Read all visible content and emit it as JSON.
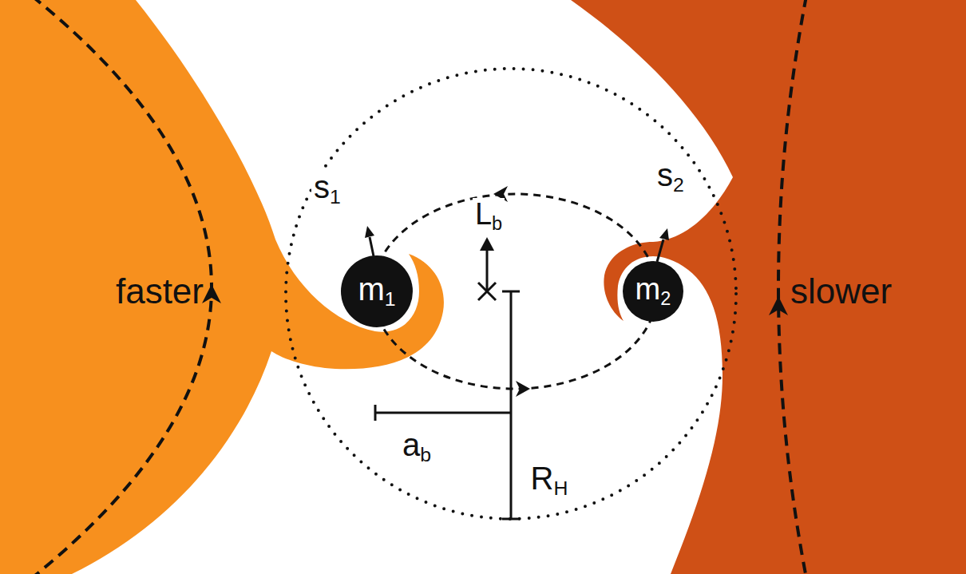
{
  "diagram": {
    "nodes": [
      {
        "text": [
          "faster"
        ]
      },
      {
        "text": [
          "m1"
        ]
      },
      {
        "text": [
          "m2"
        ]
      },
      {
        "text": [
          "slower"
        ]
      }
    ],
    "labels": [
      "Lb",
      "s1",
      "s2",
      "ab",
      "RH"
    ]
  }
}
